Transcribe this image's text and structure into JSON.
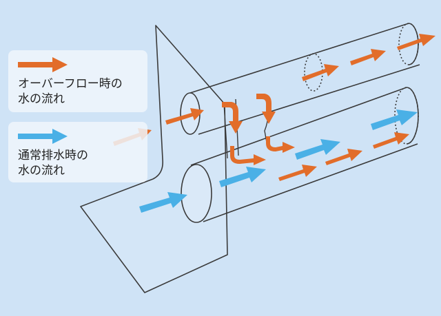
{
  "colors": {
    "background": "#cfe3f6",
    "overflow_arrow": "#e26d2a",
    "normal_arrow": "#4ab0e6",
    "outline": "#3a3a3a"
  },
  "legend": {
    "overflow": {
      "icon": "orange-arrow",
      "line1": "オーバーフロー時の",
      "line2": "水の流れ"
    },
    "normal": {
      "icon": "blue-arrow",
      "line1": "通常排水時の",
      "line2": "水の流れ"
    }
  }
}
